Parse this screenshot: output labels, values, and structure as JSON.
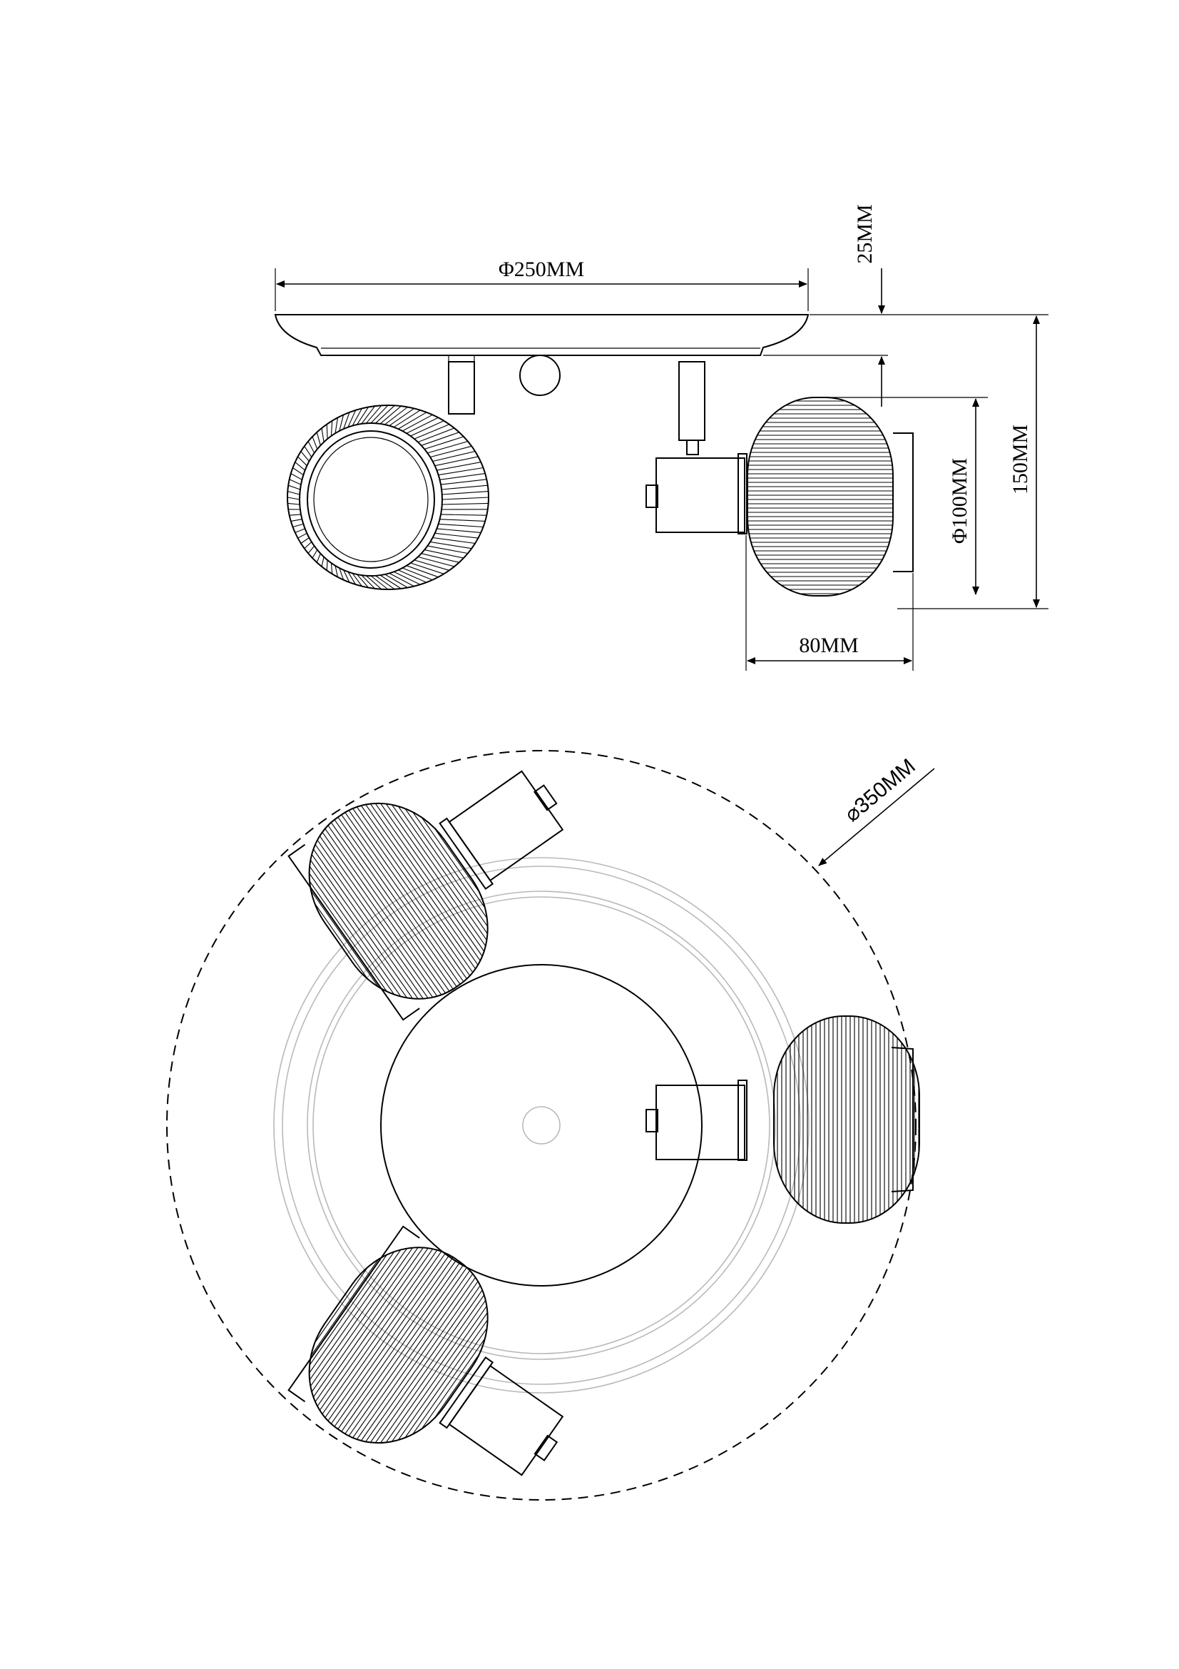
{
  "dimensions": {
    "base_diameter": "Φ250MM",
    "base_height": "25MM",
    "total_height": "150MM",
    "shade_diameter": "Φ100MM",
    "shade_depth": "80MM",
    "overall_diameter": "⌀350MM"
  }
}
